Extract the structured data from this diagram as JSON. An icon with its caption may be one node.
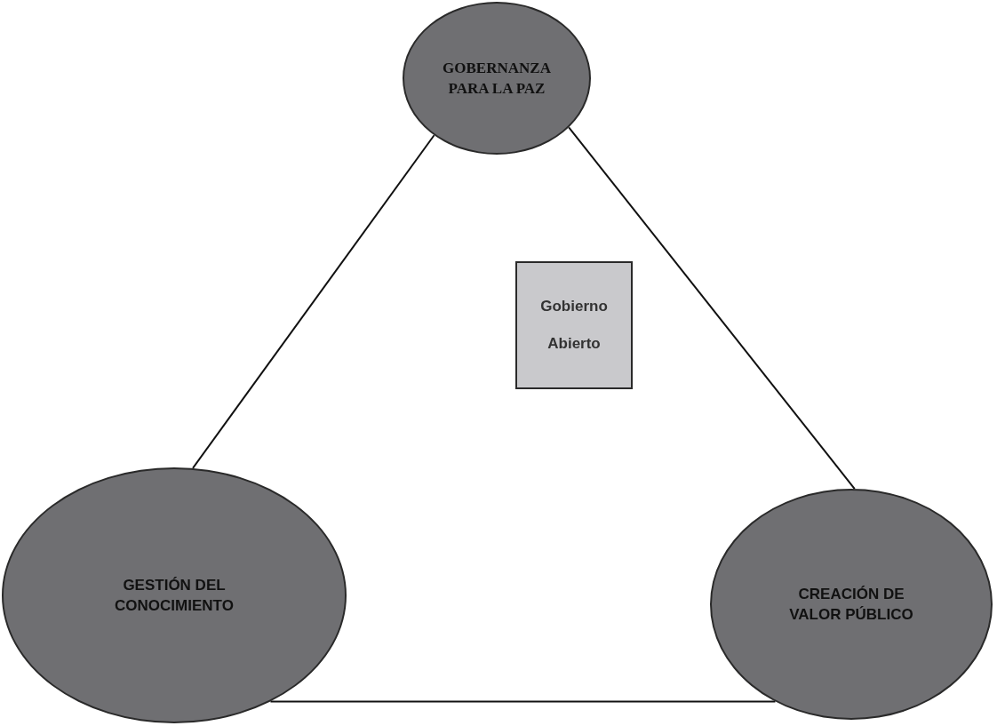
{
  "diagram": {
    "nodes": [
      {
        "text": [
          "GOBERNANZA PARA LA PAZ"
        ]
      },
      {
        "text": [
          "Gobierno Abierto"
        ]
      },
      {
        "text": [
          "GESTIÓN DEL CONOCIMIENTO"
        ]
      },
      {
        "text": [
          "CREACIÓN DE VALOR PÚBLICO"
        ]
      }
    ],
    "edges": [
      {
        "from": 0,
        "to": 2,
        "arrow": "none"
      },
      {
        "from": 0,
        "to": 3,
        "arrow": "none"
      },
      {
        "from": 2,
        "to": 3,
        "arrow": "none"
      }
    ]
  }
}
